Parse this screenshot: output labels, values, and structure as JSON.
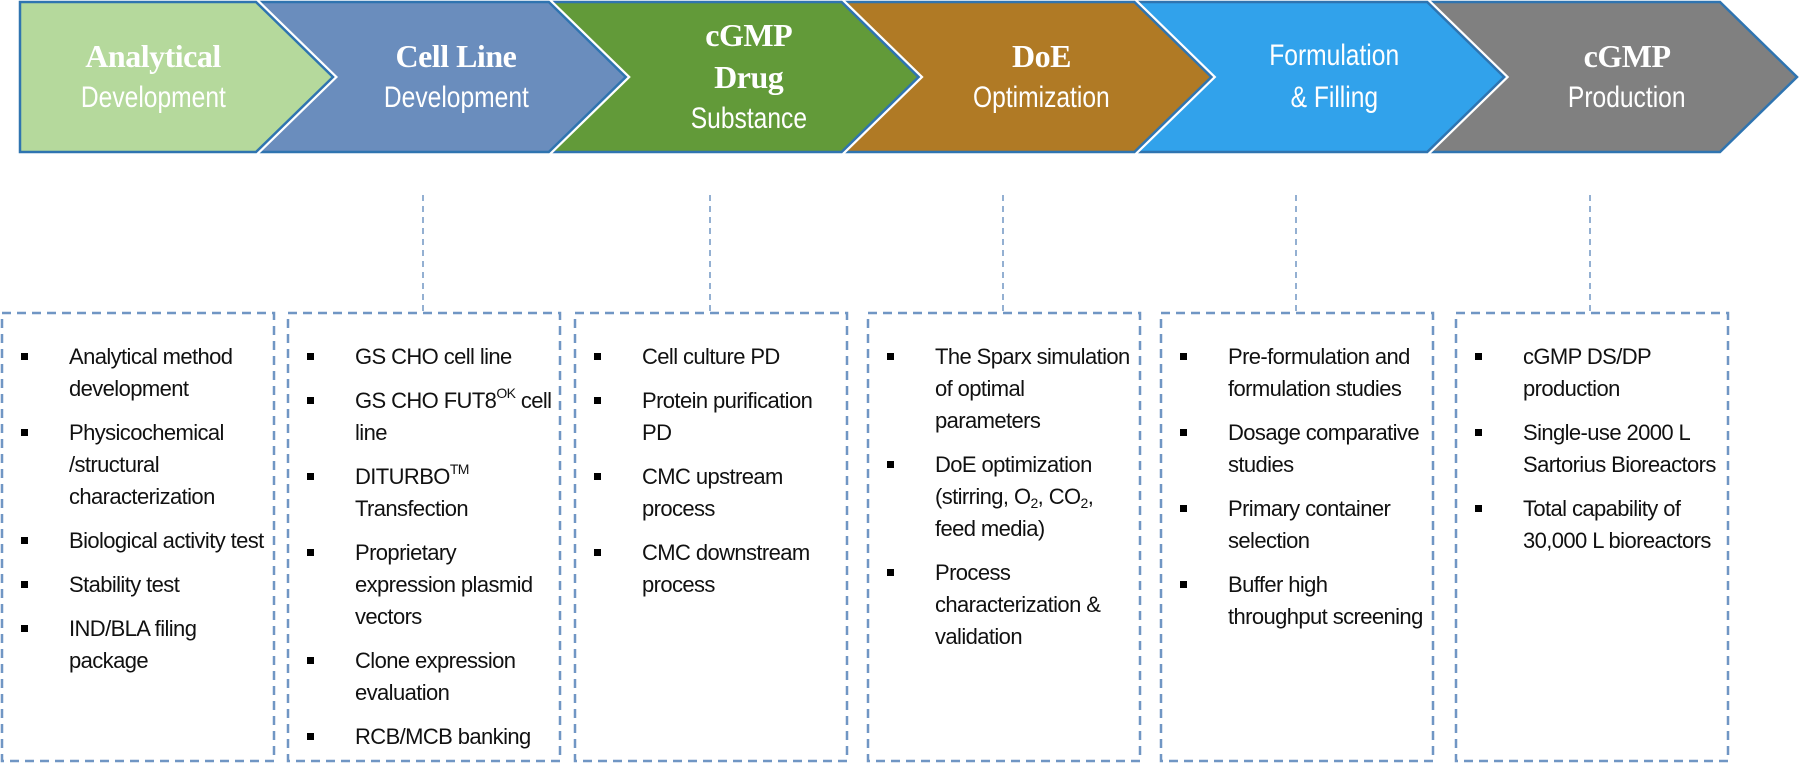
{
  "diagram": {
    "title": "Biologics development and manufacturing workflow",
    "colors": {
      "outline": "#2f74b0",
      "dashed": "#7096c4",
      "text_on_stage": "#ffffff"
    },
    "stages": [
      {
        "id": "analytical-development",
        "bold_lines": [
          "Analytical"
        ],
        "light_lines": [
          "Development"
        ],
        "color": "#b5d99c",
        "has_connector": false,
        "items": [
          "Analytical method development",
          "Physicochemical /structural characterization",
          "Biological activity test",
          "Stability test",
          "IND/BLA filing package"
        ]
      },
      {
        "id": "cell-line-development",
        "bold_lines": [
          "Cell Line"
        ],
        "light_lines": [
          "Development"
        ],
        "color": "#6a8dbd",
        "has_connector": true,
        "items": [
          "GS CHO cell line",
          "GS CHO FUT8^{OK} cell line",
          "DITURBO^{TM} Transfection",
          "Proprietary expression plasmid vectors",
          "Clone expression evaluation",
          "RCB/MCB banking"
        ]
      },
      {
        "id": "cgmp-drug-substance",
        "bold_lines": [
          "cGMP",
          "Drug"
        ],
        "light_lines": [
          "Substance"
        ],
        "color": "#629a39",
        "has_connector": true,
        "items": [
          "Cell culture PD",
          "Protein purification PD",
          "CMC upstream process",
          "CMC downstream process"
        ]
      },
      {
        "id": "doe-optimization",
        "bold_lines": [
          "DoE"
        ],
        "light_lines": [
          "Optimization"
        ],
        "color": "#b07a25",
        "has_connector": true,
        "items": [
          "The Sparx simulation of optimal parameters",
          "DoE optimization (stirring, O_{2}, CO_{2}, feed media)",
          "Process characterization & validation"
        ]
      },
      {
        "id": "formulation-filling",
        "bold_lines": [],
        "light_lines": [
          "Formulation",
          "& Filling"
        ],
        "color": "#31a2eb",
        "has_connector": true,
        "items": [
          "Pre-formulation and formulation studies",
          "Dosage comparative studies",
          "Primary container selection",
          "Buffer high throughput screening"
        ]
      },
      {
        "id": "cgmp-production",
        "bold_lines": [
          "cGMP"
        ],
        "light_lines": [
          "Production"
        ],
        "color": "#808080",
        "has_connector": true,
        "items": [
          "cGMP DS/DP production",
          "Single-use 2000 L Sartorius Bioreactors",
          "Total capability of 30,000 L bioreactors"
        ]
      }
    ]
  }
}
